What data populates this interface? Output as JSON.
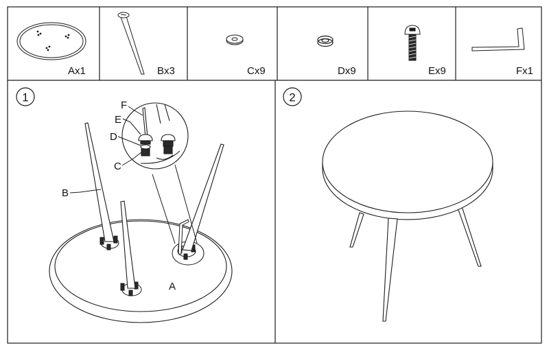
{
  "parts": [
    {
      "letter": "A",
      "qty_label": "Ax1",
      "name": "table-top"
    },
    {
      "letter": "B",
      "qty_label": "Bx3",
      "name": "leg"
    },
    {
      "letter": "C",
      "qty_label": "Cx9",
      "name": "flat-washer"
    },
    {
      "letter": "D",
      "qty_label": "Dx9",
      "name": "spring-washer"
    },
    {
      "letter": "E",
      "qty_label": "Ex9",
      "name": "bolt"
    },
    {
      "letter": "F",
      "qty_label": "Fx1",
      "name": "allen-key"
    }
  ],
  "steps": [
    {
      "number": "1",
      "callouts": {
        "F": "F",
        "E": "E",
        "D": "D",
        "C": "C",
        "B": "B",
        "A": "A"
      }
    },
    {
      "number": "2"
    }
  ],
  "colors": {
    "line": "#1a1a1a",
    "background": "#ffffff"
  }
}
